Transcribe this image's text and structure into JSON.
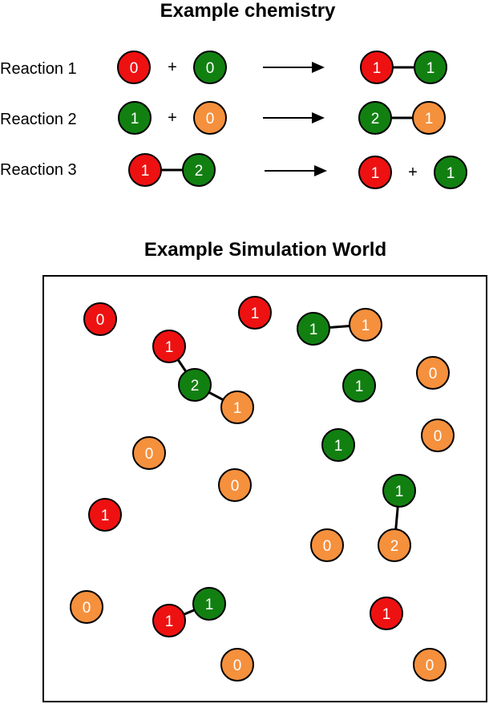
{
  "colors": {
    "red": "#ee1111",
    "green": "#118011",
    "orange": "#f5903d",
    "outline": "#000000",
    "bond": "#000000"
  },
  "chemistry": {
    "title": "Example chemistry",
    "reactions": [
      {
        "label": "Reaction 1",
        "reactants": {
          "type": "pair",
          "atoms": [
            {
              "color": "red",
              "state": "0"
            },
            {
              "color": "green",
              "state": "0"
            }
          ]
        },
        "products": {
          "type": "bonded",
          "atoms": [
            {
              "color": "red",
              "state": "1"
            },
            {
              "color": "green",
              "state": "1"
            }
          ]
        }
      },
      {
        "label": "Reaction 2",
        "reactants": {
          "type": "pair",
          "atoms": [
            {
              "color": "green",
              "state": "1"
            },
            {
              "color": "orange",
              "state": "0"
            }
          ]
        },
        "products": {
          "type": "bonded",
          "atoms": [
            {
              "color": "green",
              "state": "2"
            },
            {
              "color": "orange",
              "state": "1"
            }
          ]
        }
      },
      {
        "label": "Reaction 3",
        "reactants": {
          "type": "bonded",
          "atoms": [
            {
              "color": "red",
              "state": "1"
            },
            {
              "color": "green",
              "state": "2"
            }
          ]
        },
        "products": {
          "type": "pair",
          "atoms": [
            {
              "color": "red",
              "state": "1"
            },
            {
              "color": "green",
              "state": "1"
            }
          ]
        }
      }
    ],
    "plus_symbol": "+"
  },
  "world": {
    "title": "Example Simulation World",
    "atoms": [
      {
        "color": "red",
        "state": "0"
      },
      {
        "color": "red",
        "state": "1"
      },
      {
        "color": "green",
        "state": "1"
      },
      {
        "color": "orange",
        "state": "1"
      },
      {
        "color": "red",
        "state": "1"
      },
      {
        "color": "green",
        "state": "2"
      },
      {
        "color": "orange",
        "state": "1"
      },
      {
        "color": "green",
        "state": "1"
      },
      {
        "color": "orange",
        "state": "0"
      },
      {
        "color": "orange",
        "state": "0"
      },
      {
        "color": "green",
        "state": "1"
      },
      {
        "color": "orange",
        "state": "0"
      },
      {
        "color": "orange",
        "state": "0"
      },
      {
        "color": "green",
        "state": "1"
      },
      {
        "color": "red",
        "state": "1"
      },
      {
        "color": "orange",
        "state": "0"
      },
      {
        "color": "orange",
        "state": "2"
      },
      {
        "color": "orange",
        "state": "0"
      },
      {
        "color": "green",
        "state": "1"
      },
      {
        "color": "red",
        "state": "1"
      },
      {
        "color": "red",
        "state": "1"
      },
      {
        "color": "orange",
        "state": "0"
      },
      {
        "color": "orange",
        "state": "0"
      }
    ],
    "bonds": [
      [
        2,
        3
      ],
      [
        4,
        5
      ],
      [
        5,
        6
      ],
      [
        13,
        16
      ],
      [
        18,
        19
      ]
    ]
  }
}
